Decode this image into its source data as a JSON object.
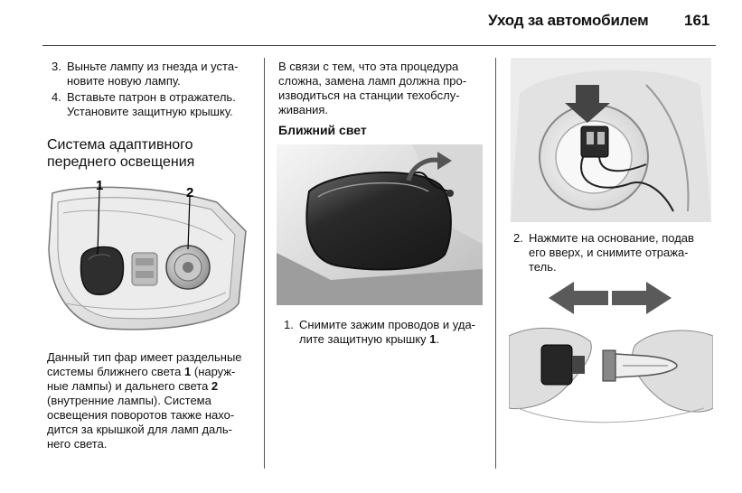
{
  "header": {
    "title": "Уход за автомобилем",
    "page": "161"
  },
  "col1": {
    "step3_num": "3.",
    "step3_l1": "Выньте лампу из гнезда и уста-",
    "step3_l2": "новите новую лампу.",
    "step4_num": "4.",
    "step4_l1": "Вставьте патрон в отражатель.",
    "step4_l2": "Установите защитную крышку.",
    "heading_l1": "Система адаптивного",
    "heading_l2": "переднего освещения",
    "fig_label1": "1",
    "fig_label2": "2",
    "p_l1": "Данный тип фар имеет раздельные",
    "p_l2a": "системы ближнего света ",
    "p_l2b": "1",
    "p_l2c": " (наруж-",
    "p_l3a": "ные лампы) и дальнего света ",
    "p_l3b": "2",
    "p_l4": "(внутренние лампы). Система",
    "p_l5": "освещения поворотов также нахо-",
    "p_l6": "дится за крышкой для ламп даль-",
    "p_l7": "него света."
  },
  "col2": {
    "p_l1": "В связи с тем, что эта процедура",
    "p_l2": "сложна, замена ламп должна про-",
    "p_l3": "изводиться на станции техобслу-",
    "p_l4": "живания.",
    "heading": "Ближний свет",
    "step1_num": "1.",
    "step1_l1": "Снимите зажим проводов и уда-",
    "step1_l2a": "лите защитную крышку ",
    "step1_l2b": "1",
    "step1_l2c": "."
  },
  "col3": {
    "step2_num": "2.",
    "step2_l1": "Нажмите на основание, подав",
    "step2_l2": "его вверх, и снимите отража-",
    "step2_l3": "тель."
  }
}
